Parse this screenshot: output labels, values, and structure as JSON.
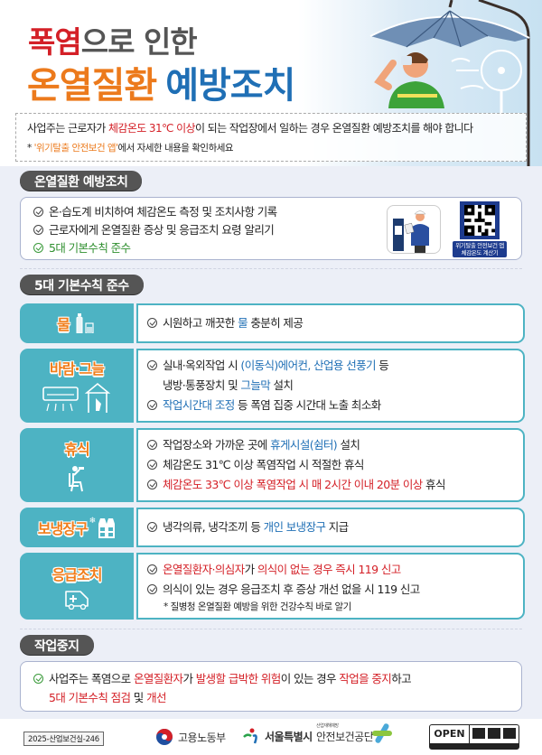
{
  "header": {
    "title_line1_highlight": "폭염",
    "title_line1_rest": "으로 인한",
    "title_line2_orange": "온열질환",
    "title_line2_blue": "예방조치"
  },
  "intro": {
    "line1_pre": "사업주는 근로자가 ",
    "line1_highlight": "체감온도 31℃ 이상",
    "line1_post": "이 되는 작업장에서 일하는 경우 온열질환 예방조치를 해야 합니다",
    "line2_bullet": "* ",
    "line2_highlight": "'위기탈출 안전보건 앱'",
    "line2_post": "에서 자세한 내용을 확인하세요"
  },
  "section_prevention": {
    "title": "온열질환 예방조치",
    "items": [
      "온·습도계 비치하여 체감온도 측정 및 조치사항 기록",
      "근로자에게 온열질환 증상  및 응급조치 요령 알리기",
      "5대 기본수칙 준수"
    ],
    "qr_caption_line1": "위기탈출 안전보건 앱",
    "qr_caption_line2": "체감온도 계산기"
  },
  "section_rules": {
    "title": "5대 기본수칙 준수",
    "rows": [
      {
        "label": "물",
        "icon": "water-bottle-cup-icon",
        "lines": [
          {
            "pre": "시원하고 깨끗한 ",
            "hl": "물",
            "post": " 충분히 제공"
          }
        ]
      },
      {
        "label": "바람·그늘",
        "icon": "aircon-tent-icon",
        "lines": [
          {
            "pre": "실내·옥외작업 시 ",
            "hl": "(이동식)에어컨, 산업용 선풍기",
            "post": " 등"
          },
          {
            "pre": "냉방·통풍장치 및 ",
            "hl": "그늘막",
            "post": " 설치"
          },
          {
            "pre": "",
            "hl": "작업시간대 조정",
            "post": " 등 폭염 집중 시간대 노출 최소화"
          }
        ]
      },
      {
        "label": "휴식",
        "icon": "resting-person-icon",
        "lines": [
          {
            "pre": "작업장소와 가까운 곳에 ",
            "hl": "휴게시설(쉼터)",
            "post": " 설치"
          },
          {
            "pre": "체감온도 31℃ 이상 폭염작업 시 적절한 휴식",
            "hl": "",
            "post": ""
          },
          {
            "pre": "",
            "hl": "체감온도 33℃ 이상 폭염작업 시 매 2시간 이내 20분 이상",
            "post": " 휴식"
          }
        ]
      },
      {
        "label": "보냉장구",
        "icon": "cooling-vest-icon",
        "lines": [
          {
            "pre": "냉각의류, 냉각조끼 등 ",
            "hl": "개인 보냉장구",
            "post": " 지급"
          }
        ]
      },
      {
        "label": "응급조치",
        "icon": "ambulance-icon",
        "lines": [
          {
            "pre": "",
            "hl": "온열질환자·의심자",
            "mid": "가 ",
            "hl2": "의식이 없는 경우 즉시 119 신고",
            "post": ""
          },
          {
            "pre": "의식이 있는 경우 응급조치 후 증상 개선 없을 시 119 신고",
            "hl": "",
            "post": ""
          }
        ],
        "note": "* 질병청 온열질환 예방을 위한 건강수칙 바로 알기"
      }
    ]
  },
  "section_stop": {
    "title": "작업중지",
    "line1": {
      "p1": "사업주는 폭염으로 ",
      "h1": "온열질환자",
      "p2": "가 ",
      "h2": "발생할 급박한 위험",
      "p3": "이 있는 경우 ",
      "h3": "작업을 중지",
      "p4": "하고"
    },
    "line2": {
      "h1": "5대 기본수칙 점검",
      "p1": " 및 ",
      "h2": "개선"
    }
  },
  "footer": {
    "code": "2025-산업보건실-246",
    "logo1": "고용노동부",
    "logo2": "서울특별시",
    "logo3_small": "산업재해예방",
    "logo3": "안전보건공단",
    "open_label": "OPEN"
  },
  "colors": {
    "red": "#d42027",
    "orange": "#ec7a1c",
    "blue": "#1f6fb5",
    "teal": "#4db3c3",
    "green": "#2f8f2f",
    "pill": "#555555",
    "bg": "#eceff7"
  }
}
